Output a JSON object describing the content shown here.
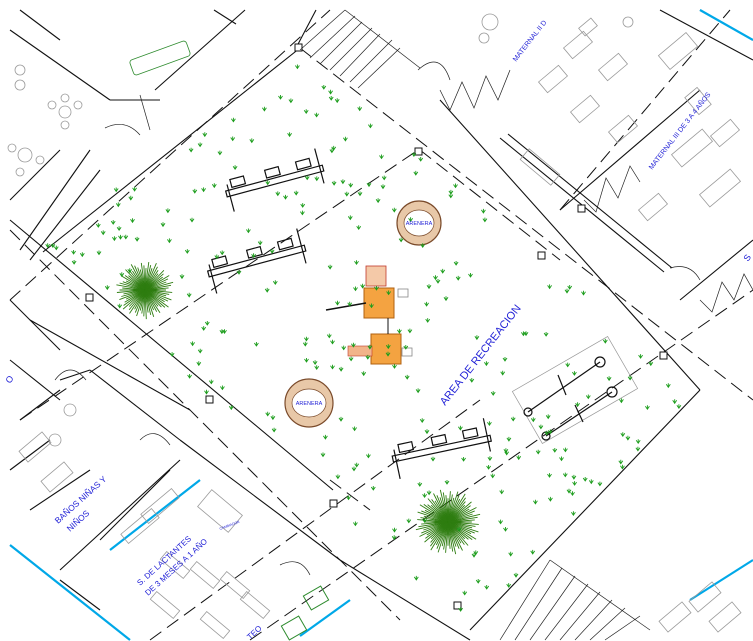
{
  "labels": {
    "maternal_2": "MATERNAL II D",
    "maternal_3": "MATERNAL III DE 3 A 4 AÑOS",
    "recreation_area": "AREA DE RECREACION",
    "sandbox_1": "ARENERA",
    "sandbox_2": "ARENERA",
    "bathrooms_line1": "BAÑOS NIÑAS Y",
    "bathrooms_line2": "NIÑOS",
    "lactantes_line1": "S. DE LACTANTES",
    "lactantes_line2": "DE 3 MESES A 1 AÑO",
    "bottom_room": "TEO",
    "cambiador": "CAMBIADOR",
    "left_edge": "O",
    "right_edge": "S"
  },
  "colors": {
    "label_blue": "#1f1fd6",
    "grass_green": "#1a9c1a",
    "glass_cyan": "#00a8e8",
    "tree_green": "#2e7d10",
    "play_orange": "#f0a040",
    "sandbox_fill": "#e8c8a8"
  }
}
